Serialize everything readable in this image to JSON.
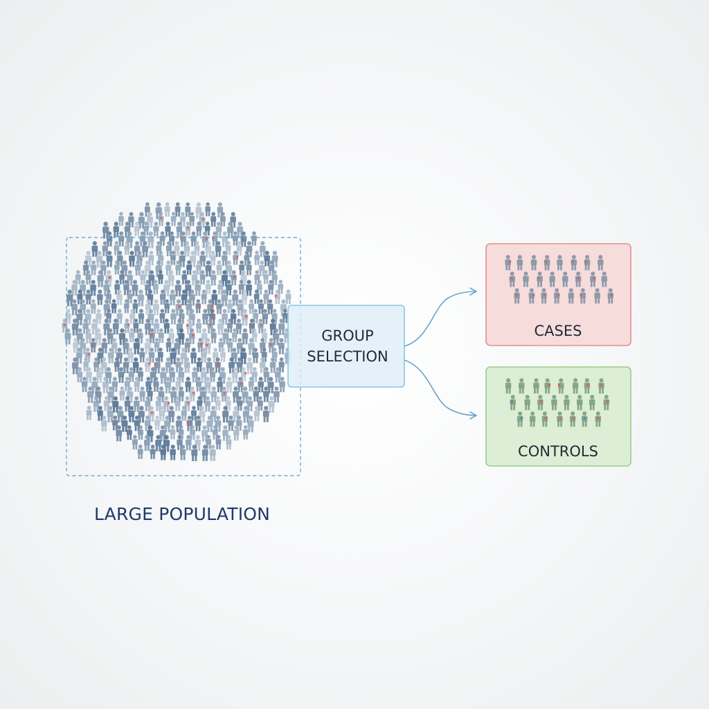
{
  "population": {
    "label": "LARGE POPULATION",
    "frame_color": "#6aaed0",
    "figure_colors": [
      "#7d93aa",
      "#94a9bd",
      "#a7b8c9",
      "#6f87a1",
      "#b6c4d2",
      "#5c7a98",
      "#8aa0b5"
    ],
    "highlight_color": "#e0604f"
  },
  "selection": {
    "label_line1": "GROUP",
    "label_line2": "SELECTION",
    "fill_color": "#deeef6",
    "border_color": "#8cc4e0",
    "arrow_color": "#6aa6c8"
  },
  "cases": {
    "label": "CASES",
    "fill_color": "#f7dcdc",
    "border_color": "#e38f8f",
    "figure_color": "#8797a6",
    "highlight_color": "#e35a4f"
  },
  "controls": {
    "label": "CONTROLS",
    "fill_color": "#dcefd6",
    "border_color": "#98cc8c",
    "figure_color": "#82a184",
    "highlight_color": "#e35a4f",
    "accent_color": "#4f7fc4"
  },
  "icons": [
    "person-icon"
  ]
}
